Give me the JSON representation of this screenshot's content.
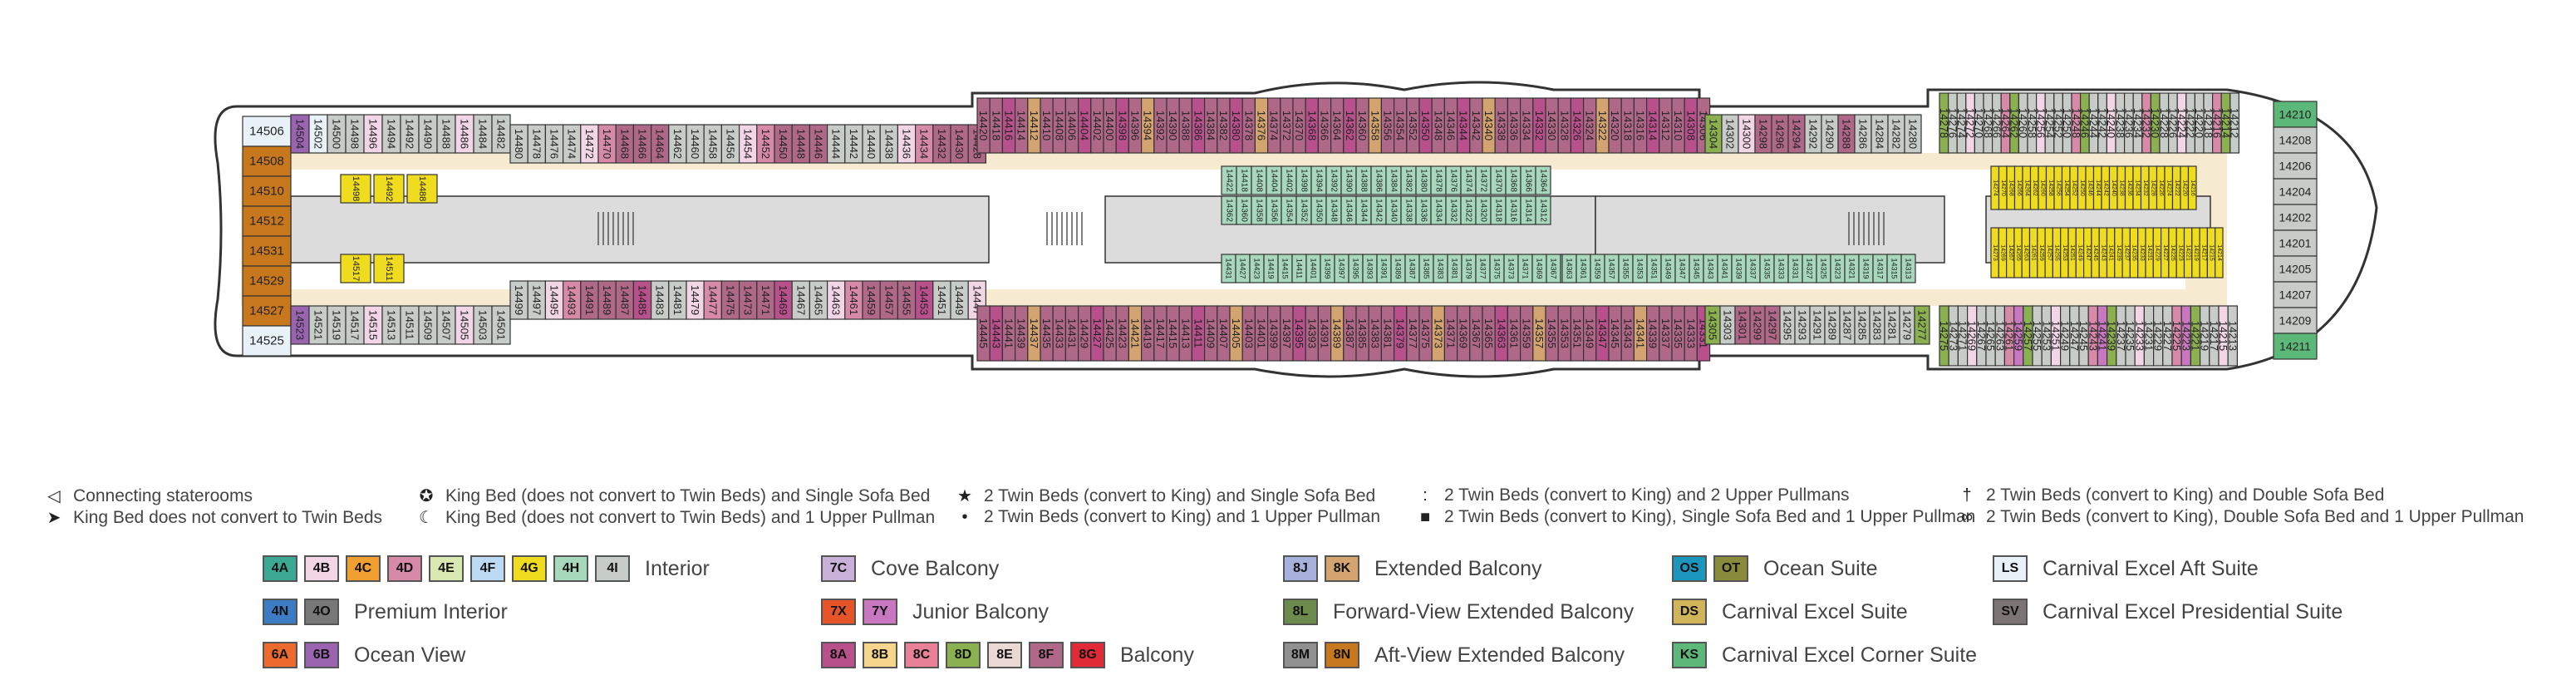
{
  "colors": {
    "4A": "#3aa893",
    "4B": "#f3d6e6",
    "4C": "#f0a030",
    "4D": "#d68aa8",
    "4E": "#d8e8b0",
    "4F": "#bcdaf2",
    "4G": "#f0dc1e",
    "4H": "#a8d8bc",
    "4I": "#c8ccc8",
    "4N": "#3c7cc4",
    "4O": "#787878",
    "6A": "#ec6a2c",
    "6B": "#9a64b0",
    "7C": "#c8b0d8",
    "7X": "#e6542a",
    "7Y": "#c878c0",
    "8A": "#b8508c",
    "8B": "#f6d68c",
    "8C": "#e88098",
    "8D": "#8ab050",
    "8E": "#ead8d4",
    "8F": "#b06888",
    "8G": "#e02a38",
    "8J": "#a8b0dc",
    "8K": "#d4a470",
    "8L": "#6c8a4c",
    "8M": "#909090",
    "8N": "#c8781c",
    "OS": "#1c96bc",
    "OT": "#8a8a3c",
    "DS": "#d0b45a",
    "KS": "#5cb878",
    "LS": "#e8f2f8",
    "SV": "#7c7474",
    "hull": "#ffffff",
    "deck": "#f6ebd0",
    "atrium": "#dcdcdc",
    "outline": "#333333"
  },
  "icons": {
    "connecting": "connecting-triangle-icon",
    "king_no_twin": "arrowhead-icon",
    "king_sofa": "star-circle-icon",
    "king_pullman": "crescent-icon",
    "twin_sofa": "star-icon",
    "twin_pullman": "dot-icon",
    "twin_2pullman": "colon-icon",
    "twin_sofa_pullman": "square-icon",
    "twin_double_sofa": "dagger-icon",
    "twin_double_sofa_pullman": "infinity-icon"
  },
  "legend": {
    "connecting": "Connecting staterooms",
    "king_no_twin": "King Bed does not convert to Twin Beds",
    "king_sofa": "King Bed (does not convert to Twin Beds) and Single Sofa Bed",
    "king_pullman": "King Bed (does not convert to Twin Beds) and 1 Upper Pullman",
    "twin_sofa": "2 Twin Beds (convert to King) and Single Sofa Bed",
    "twin_pullman": "2 Twin Beds (convert to King) and 1 Upper Pullman",
    "twin_2pullman": "2 Twin Beds (convert to King) and 2 Upper Pullmans",
    "twin_sofa_pullman": "2 Twin Beds (convert to King), Single Sofa Bed and 1 Upper Pullman",
    "twin_double_sofa": "2 Twin Beds (convert to King) and Double Sofa Bed",
    "twin_double_sofa_pullman": "2 Twin Beds (convert to King), Double Sofa Bed and 1 Upper Pullman"
  },
  "categories": {
    "interior": {
      "label": "Interior",
      "codes": [
        "4A",
        "4B",
        "4C",
        "4D",
        "4E",
        "4F",
        "4G",
        "4H",
        "4I"
      ]
    },
    "premium_interior": {
      "label": "Premium Interior",
      "codes": [
        "4N",
        "4O"
      ]
    },
    "ocean_view": {
      "label": "Ocean View",
      "codes": [
        "6A",
        "6B"
      ]
    },
    "cove_balcony": {
      "label": "Cove Balcony",
      "codes": [
        "7C"
      ]
    },
    "junior_balcony": {
      "label": "Junior Balcony",
      "codes": [
        "7X",
        "7Y"
      ]
    },
    "balcony": {
      "label": "Balcony",
      "codes": [
        "8A",
        "8B",
        "8C",
        "8D",
        "8E",
        "8F",
        "8G"
      ]
    },
    "extended_balcony": {
      "label": "Extended Balcony",
      "codes": [
        "8J",
        "8K"
      ]
    },
    "forward_extended": {
      "label": "Forward-View Extended Balcony",
      "codes": [
        "8L"
      ]
    },
    "aft_extended": {
      "label": "Aft-View Extended Balcony",
      "codes": [
        "8M",
        "8N"
      ]
    },
    "ocean_suite": {
      "label": "Ocean Suite",
      "codes": [
        "OS",
        "OT"
      ]
    },
    "excel_suite": {
      "label": "Carnival Excel Suite",
      "codes": [
        "DS"
      ]
    },
    "excel_corner": {
      "label": "Carnival Excel Corner Suite",
      "codes": [
        "KS"
      ]
    },
    "excel_aft": {
      "label": "Carnival Excel Aft Suite",
      "codes": [
        "LS"
      ]
    },
    "excel_presidential": {
      "label": "Carnival Excel Presidential Suite",
      "codes": [
        "SV"
      ]
    }
  },
  "deck": {
    "aft_vertical": [
      "14506",
      "14508",
      "14510",
      "14512",
      "14531",
      "14529",
      "14527",
      "14525"
    ],
    "aft_top_row": [
      "14504",
      "14502",
      "14500",
      "14498",
      "14496",
      "14494",
      "14492",
      "14490",
      "14488",
      "14486",
      "14484",
      "14482"
    ],
    "aft_bottom_row": [
      "14523",
      "14521",
      "14519",
      "14517",
      "14515",
      "14513",
      "14511",
      "14509",
      "14507",
      "14505",
      "14503",
      "14501"
    ],
    "aft_inner_top": [
      "14498",
      "14492",
      "14488"
    ],
    "aft_inner_bottom": [
      "14517",
      "14511"
    ],
    "mid_top_row": [
      "14480",
      "14478",
      "14476",
      "14474",
      "14472",
      "14470",
      "14468",
      "14466",
      "14464",
      "14462",
      "14460",
      "14458",
      "14456",
      "14454",
      "14452",
      "14450",
      "14448",
      "14446",
      "14444",
      "14442",
      "14440",
      "14438",
      "14436",
      "14434",
      "14432",
      "14430",
      "14428"
    ],
    "mid_bottom_row": [
      "14499",
      "14497",
      "14495",
      "14493",
      "14491",
      "14489",
      "14487",
      "14485",
      "14483",
      "14481",
      "14479",
      "14477",
      "14475",
      "14473",
      "14471",
      "14469",
      "14467",
      "14465",
      "14463",
      "14461",
      "14459",
      "14457",
      "14455",
      "14453",
      "14451",
      "14449",
      "14447"
    ],
    "center_top_row": [
      "14420",
      "14418",
      "14416",
      "14414",
      "14412",
      "14410",
      "14408",
      "14406",
      "14404",
      "14402",
      "14400",
      "14398",
      "14396",
      "14394",
      "14392",
      "14390",
      "14388",
      "14386",
      "14384",
      "14382",
      "14380",
      "14378",
      "14376",
      "14374",
      "14372",
      "14370",
      "14368",
      "14366",
      "14364",
      "14362",
      "14360",
      "14358",
      "14356",
      "14354",
      "14352",
      "14350",
      "14348",
      "14346",
      "14344",
      "14342",
      "14340",
      "14338",
      "14336",
      "14334",
      "14332",
      "14330",
      "14328",
      "14326",
      "14324",
      "14322",
      "14320",
      "14318",
      "14316",
      "14314",
      "14312",
      "14310",
      "14308",
      "14306"
    ],
    "center_bottom_row": [
      "14445",
      "14443",
      "14441",
      "14439",
      "14437",
      "14435",
      "14433",
      "14431",
      "14429",
      "14427",
      "14425",
      "14423",
      "14421",
      "14419",
      "14417",
      "14415",
      "14413",
      "14411",
      "14409",
      "14407",
      "14405",
      "14403",
      "14401",
      "14399",
      "14397",
      "14395",
      "14393",
      "14391",
      "14389",
      "14387",
      "14385",
      "14383",
      "14381",
      "14379",
      "14377",
      "14375",
      "14373",
      "14371",
      "14369",
      "14367",
      "14365",
      "14363",
      "14361",
      "14359",
      "14357",
      "14355",
      "14353",
      "14351",
      "14349",
      "14347",
      "14345",
      "14343",
      "14341",
      "14339",
      "14337",
      "14335",
      "14333",
      "14331"
    ],
    "center_inner_top": [
      "14422",
      "14418",
      "14408",
      "14404",
      "14402",
      "14398",
      "14394",
      "14392",
      "14390",
      "14388",
      "14386",
      "14384",
      "14382",
      "14380",
      "14378",
      "14376",
      "14374",
      "14372",
      "14370",
      "14368",
      "14366",
      "14364",
      "14362",
      "14360",
      "14358",
      "14356",
      "14354",
      "14352",
      "14350",
      "14348",
      "14346",
      "14344",
      "14342",
      "14340",
      "14338",
      "14336",
      "14334",
      "14332",
      "14322",
      "14320",
      "14318",
      "14316",
      "14314",
      "14312"
    ],
    "center_inner_bottom": [
      "14431",
      "14427",
      "14423",
      "14419",
      "14415",
      "14411",
      "14401",
      "14399",
      "14397",
      "14395",
      "14393",
      "14391",
      "14389",
      "14387",
      "14385",
      "14383",
      "14381",
      "14379",
      "14377",
      "14375",
      "14373",
      "14371",
      "14369",
      "14367",
      "14365",
      "14363",
      "14361",
      "14359",
      "14357",
      "14355",
      "14353",
      "14351",
      "14349",
      "14347",
      "14345",
      "14343",
      "14341",
      "14339",
      "14337",
      "14335",
      "14333",
      "14331",
      "14327",
      "14325",
      "14323",
      "14321",
      "14319",
      "14317",
      "14315",
      "14313"
    ],
    "fwd_mid_top_row": [
      "14304",
      "14302",
      "14300",
      "14298",
      "14296",
      "14294",
      "14292",
      "14290",
      "14288",
      "14286",
      "14284",
      "14282",
      "14280"
    ],
    "fwd_mid_bottom_row": [
      "14305",
      "14303",
      "14301",
      "14299",
      "14297",
      "14295",
      "14293",
      "14291",
      "14289",
      "14287",
      "14285",
      "14283",
      "14281",
      "14279",
      "14277"
    ],
    "fwd_top_row": [
      "14278",
      "14276",
      "14274",
      "14272",
      "14270",
      "14268",
      "14266",
      "14264",
      "14262",
      "14260",
      "14258",
      "14256",
      "14254",
      "14252",
      "14250",
      "14248",
      "14246",
      "14244",
      "14242",
      "14240",
      "14238",
      "14236",
      "14234",
      "14232",
      "14230",
      "14228",
      "14226",
      "14224",
      "14222",
      "14220",
      "14218",
      "14216",
      "14214",
      "14212"
    ],
    "fwd_bottom_row": [
      "14275",
      "14273",
      "14271",
      "14269",
      "14267",
      "14265",
      "14263",
      "14261",
      "14259",
      "14257",
      "14255",
      "14253",
      "14251",
      "14249",
      "14247",
      "14245",
      "14243",
      "14241",
      "14239",
      "14237",
      "14235",
      "14233",
      "14231",
      "14229",
      "14227",
      "14225",
      "14223",
      "14221",
      "14219",
      "14217",
      "14215",
      "14213"
    ],
    "fwd_inner": [
      "14274",
      "14270",
      "14268",
      "14266",
      "14264",
      "14262",
      "14260",
      "14258",
      "14256",
      "14254",
      "14252",
      "14250",
      "14246",
      "14244",
      "14242",
      "14240",
      "14238",
      "14236",
      "14234",
      "14232",
      "14228",
      "14226",
      "14224",
      "14222",
      "14220",
      "14216",
      "14273",
      "14269",
      "14267",
      "14265",
      "14263",
      "14261",
      "14259",
      "14257",
      "14255",
      "14253",
      "14251",
      "14249",
      "14247",
      "14245",
      "14243",
      "14241",
      "14239",
      "14237",
      "14235",
      "14233",
      "14231",
      "14229",
      "14227",
      "14225",
      "14223",
      "14221",
      "14219",
      "14217",
      "14215",
      "14214"
    ],
    "bow_vertical": [
      "14210",
      "14208",
      "14206",
      "14204",
      "14202",
      "14201",
      "14205",
      "14207",
      "14209",
      "14211"
    ]
  }
}
